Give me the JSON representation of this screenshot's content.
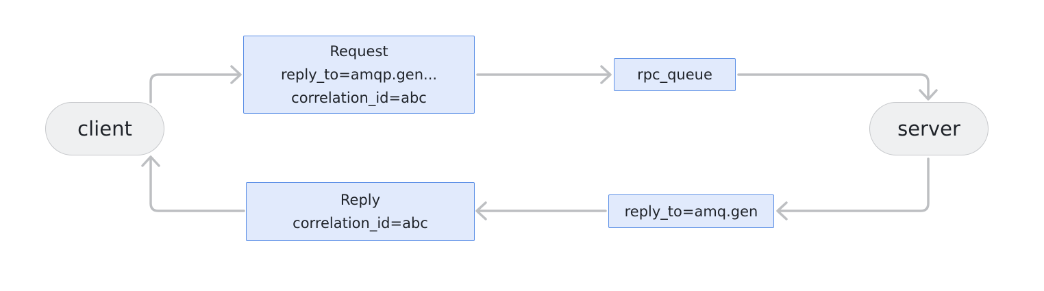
{
  "nodes": {
    "client": {
      "label": "client"
    },
    "server": {
      "label": "server"
    },
    "request": {
      "lines": [
        "Request",
        "reply_to=amqp.gen...",
        "correlation_id=abc"
      ]
    },
    "rpc_queue": {
      "label": "rpc_queue"
    },
    "reply_queue": {
      "label": "reply_to=amq.gen"
    },
    "reply": {
      "lines": [
        "Reply",
        "correlation_id=abc"
      ]
    }
  },
  "edges": [
    {
      "from": "client",
      "to": "request"
    },
    {
      "from": "request",
      "to": "rpc_queue"
    },
    {
      "from": "rpc_queue",
      "to": "server"
    },
    {
      "from": "server",
      "to": "reply_queue"
    },
    {
      "from": "reply_queue",
      "to": "reply"
    },
    {
      "from": "reply",
      "to": "client"
    }
  ],
  "colors": {
    "edge": "#bdbfc2",
    "box_fill": "#e1eafc",
    "box_border": "#5b8fe6",
    "pill_fill": "#eff0f1",
    "pill_border": "#c4c6c9",
    "text": "#1f2329"
  }
}
